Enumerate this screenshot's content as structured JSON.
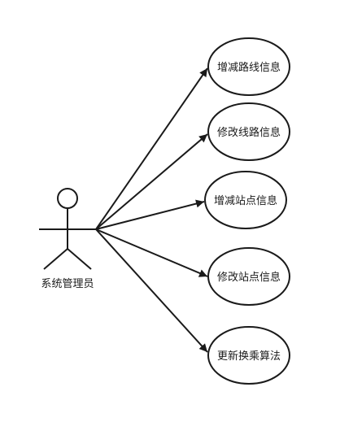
{
  "actor": {
    "label": "系统管理员"
  },
  "use_cases": [
    {
      "id": "uc1",
      "label": "增减路线信息"
    },
    {
      "id": "uc2",
      "label": "修改线路信息"
    },
    {
      "id": "uc3",
      "label": "增减站点信息"
    },
    {
      "id": "uc4",
      "label": "修改站点信息"
    },
    {
      "id": "uc5",
      "label": "更新换乘算法"
    }
  ],
  "colors": {
    "stroke": "#1a1a1a",
    "background": "#ffffff"
  }
}
